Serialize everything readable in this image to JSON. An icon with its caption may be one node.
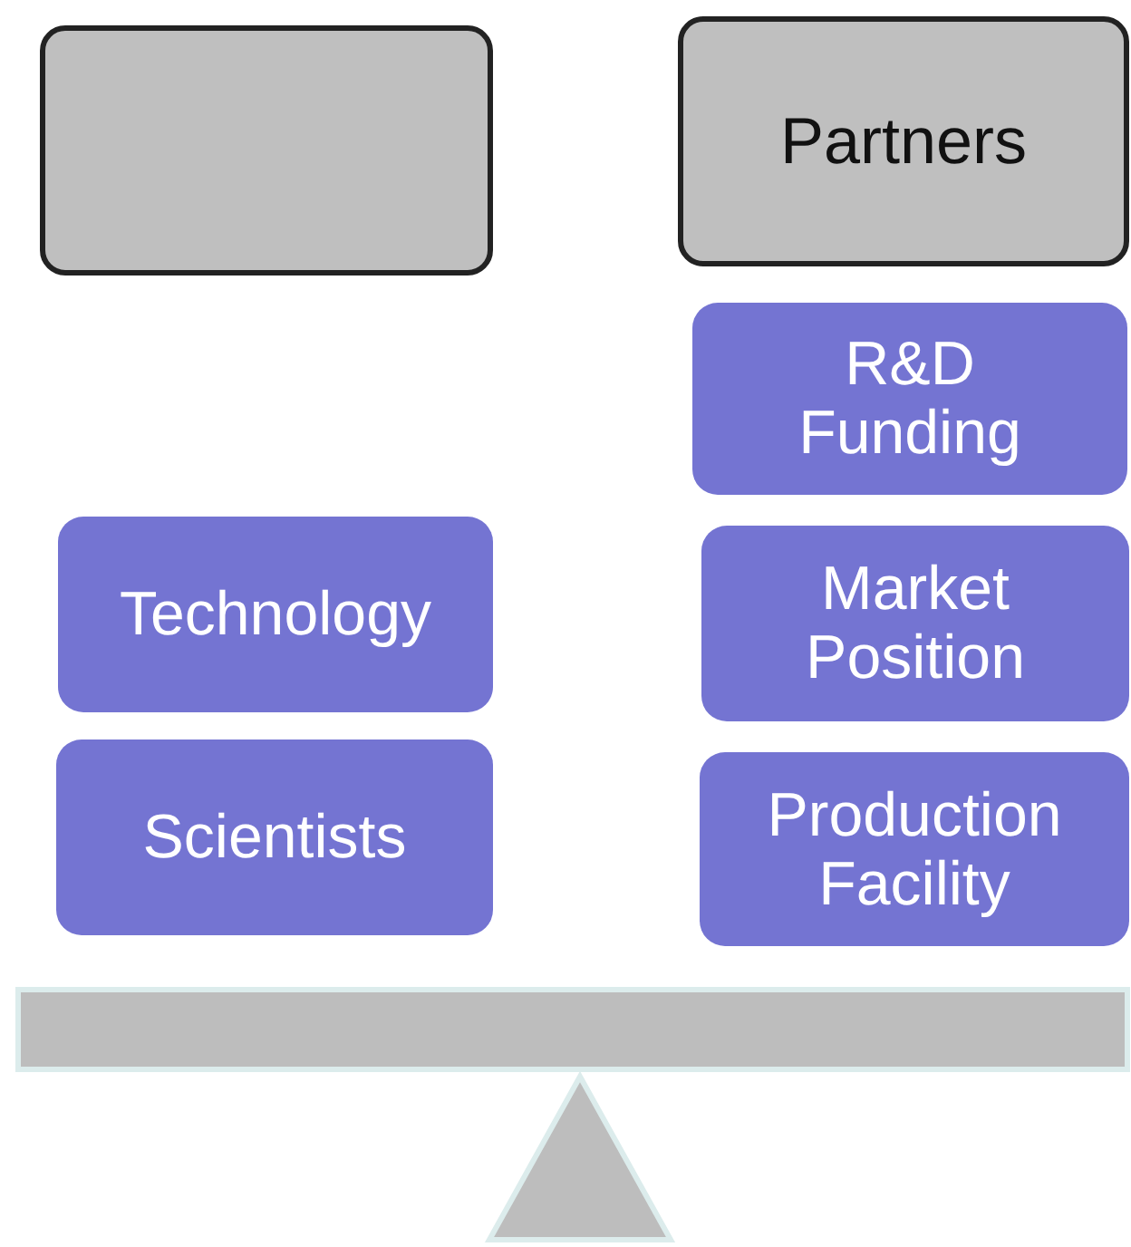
{
  "diagram": {
    "nodes": [
      {
        "text": [],
        "shape": "box"
      },
      {
        "text": [
          "Partners"
        ]
      },
      {
        "text": [
          "R&D Funding"
        ]
      },
      {
        "text": [
          "Technology"
        ]
      },
      {
        "text": [
          "Market Position"
        ]
      },
      {
        "text": [
          "Scientists"
        ]
      },
      {
        "text": [
          "Production Facility"
        ]
      }
    ]
  }
}
